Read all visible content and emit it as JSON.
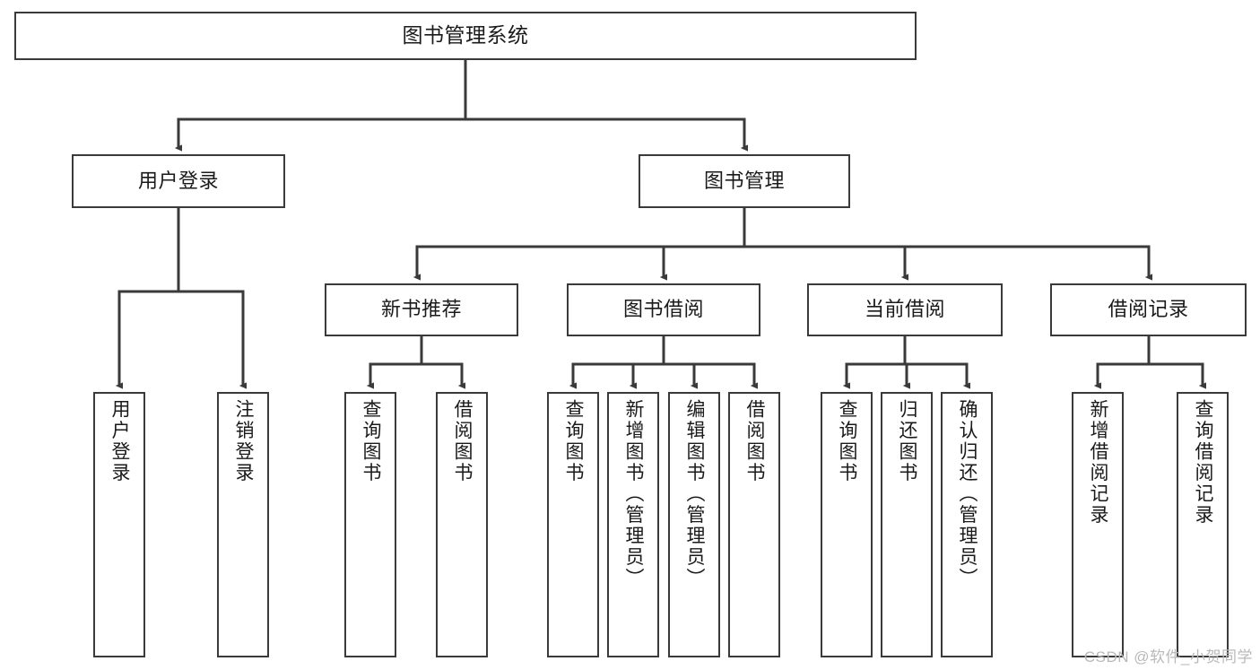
{
  "diagram": {
    "type": "tree-flowchart",
    "title": "图书管理系统",
    "watermark": "CSDN @软件_小贺同学",
    "colors": {
      "box_border": "#3a3a3a",
      "box_fill": "#ffffff",
      "connector": "#3a3a3a",
      "text": "#1a1a1a",
      "watermark": "#b9b9b9"
    },
    "nodes": {
      "root": {
        "label": "图书管理系统"
      },
      "level2": [
        {
          "label": "用户登录"
        },
        {
          "label": "图书管理"
        }
      ],
      "level3": [
        {
          "label": "新书推荐"
        },
        {
          "label": "图书借阅"
        },
        {
          "label": "当前借阅"
        },
        {
          "label": "借阅记录"
        }
      ],
      "leaves_user_login": [
        {
          "label": "用户登录"
        },
        {
          "label": "注销登录"
        }
      ],
      "leaves_new_book": [
        {
          "label": "查询图书"
        },
        {
          "label": "借阅图书"
        }
      ],
      "leaves_borrow": [
        {
          "label": "查询图书"
        },
        {
          "label": "新增图书（管理员）"
        },
        {
          "label": "编辑图书（管理员）"
        },
        {
          "label": "借阅图书"
        }
      ],
      "leaves_current": [
        {
          "label": "查询图书"
        },
        {
          "label": "归还图书"
        },
        {
          "label": "确认归还（管理员）"
        }
      ],
      "leaves_record": [
        {
          "label": "新增借阅记录"
        },
        {
          "label": "查询借阅记录"
        }
      ]
    }
  }
}
